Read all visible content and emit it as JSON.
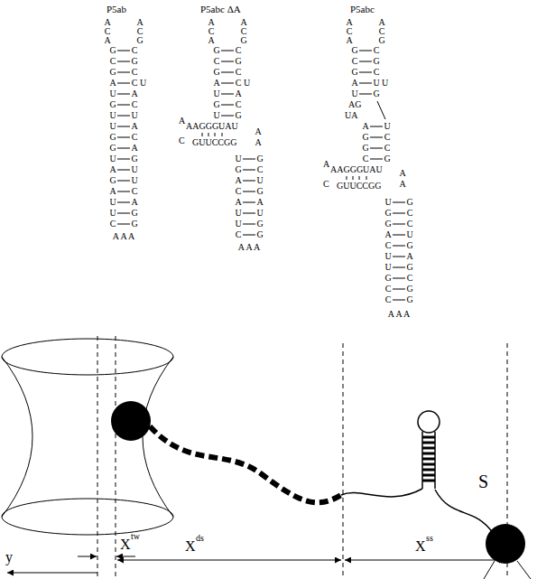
{
  "diagram": {
    "labels": [
      "P5ab",
      "P5abc ΔA",
      "P5abc",
      "A C A",
      "A C G",
      "G C G A U G U U G G U A G A U U C",
      "C G C C A C U A C A G U U C A G G",
      "U",
      "A A A",
      "A C A",
      "A C G",
      "G C G A U G U",
      "C G C C A C G",
      "U",
      "A",
      "AAGGGUAU",
      "C",
      "GUUCCGG",
      "A A",
      "U G A C A U U C",
      "G C U G A U G G",
      "A A A",
      "A C A",
      "A C G",
      "G C G A U",
      "C G C U G",
      "U",
      "AG",
      "UA",
      "A G G C",
      "U C C G",
      "A",
      "AAGGGUAU",
      "C",
      "GUUCCGG",
      "A A",
      "U G G A C U U G C C",
      "G C C U G A G C G G",
      "A A A",
      "X",
      "tw",
      "y",
      "X",
      "ds",
      "X",
      "ss",
      "S"
    ]
  }
}
